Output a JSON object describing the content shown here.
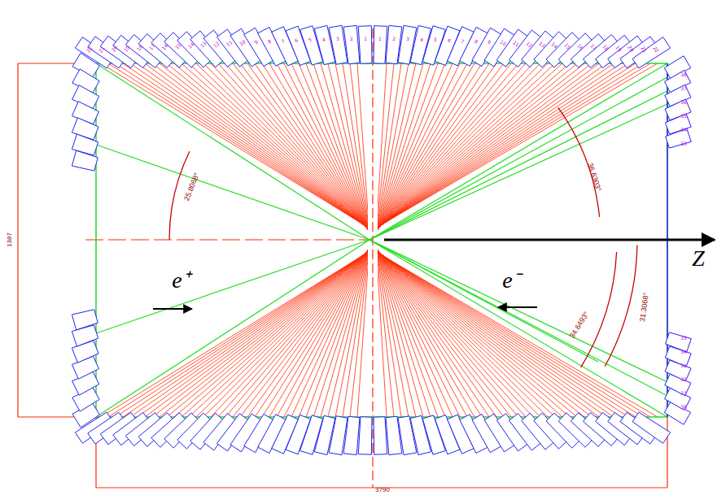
{
  "diagram": {
    "labels": [
      "e⁺",
      "e⁻",
      "Z",
      "25.8068°",
      "36.6303°",
      "34.6493°",
      "31.3068°",
      "1387",
      "3790",
      "22",
      "21",
      "20",
      "19",
      "18",
      "17",
      "16",
      "15",
      "14",
      "13",
      "12",
      "11",
      "10",
      "9",
      "8",
      "7",
      "6",
      "5",
      "4",
      "3",
      "2",
      "1",
      "1",
      "2",
      "3",
      "4",
      "5",
      "6",
      "7",
      "8",
      "9",
      "10",
      "11",
      "12",
      "13",
      "14",
      "15",
      "16",
      "17",
      "18",
      "19",
      "20",
      "21",
      "22",
      "38",
      "37",
      "36",
      "35",
      "34",
      "33",
      "33",
      "34",
      "35",
      "36",
      "37",
      "38"
    ]
  }
}
